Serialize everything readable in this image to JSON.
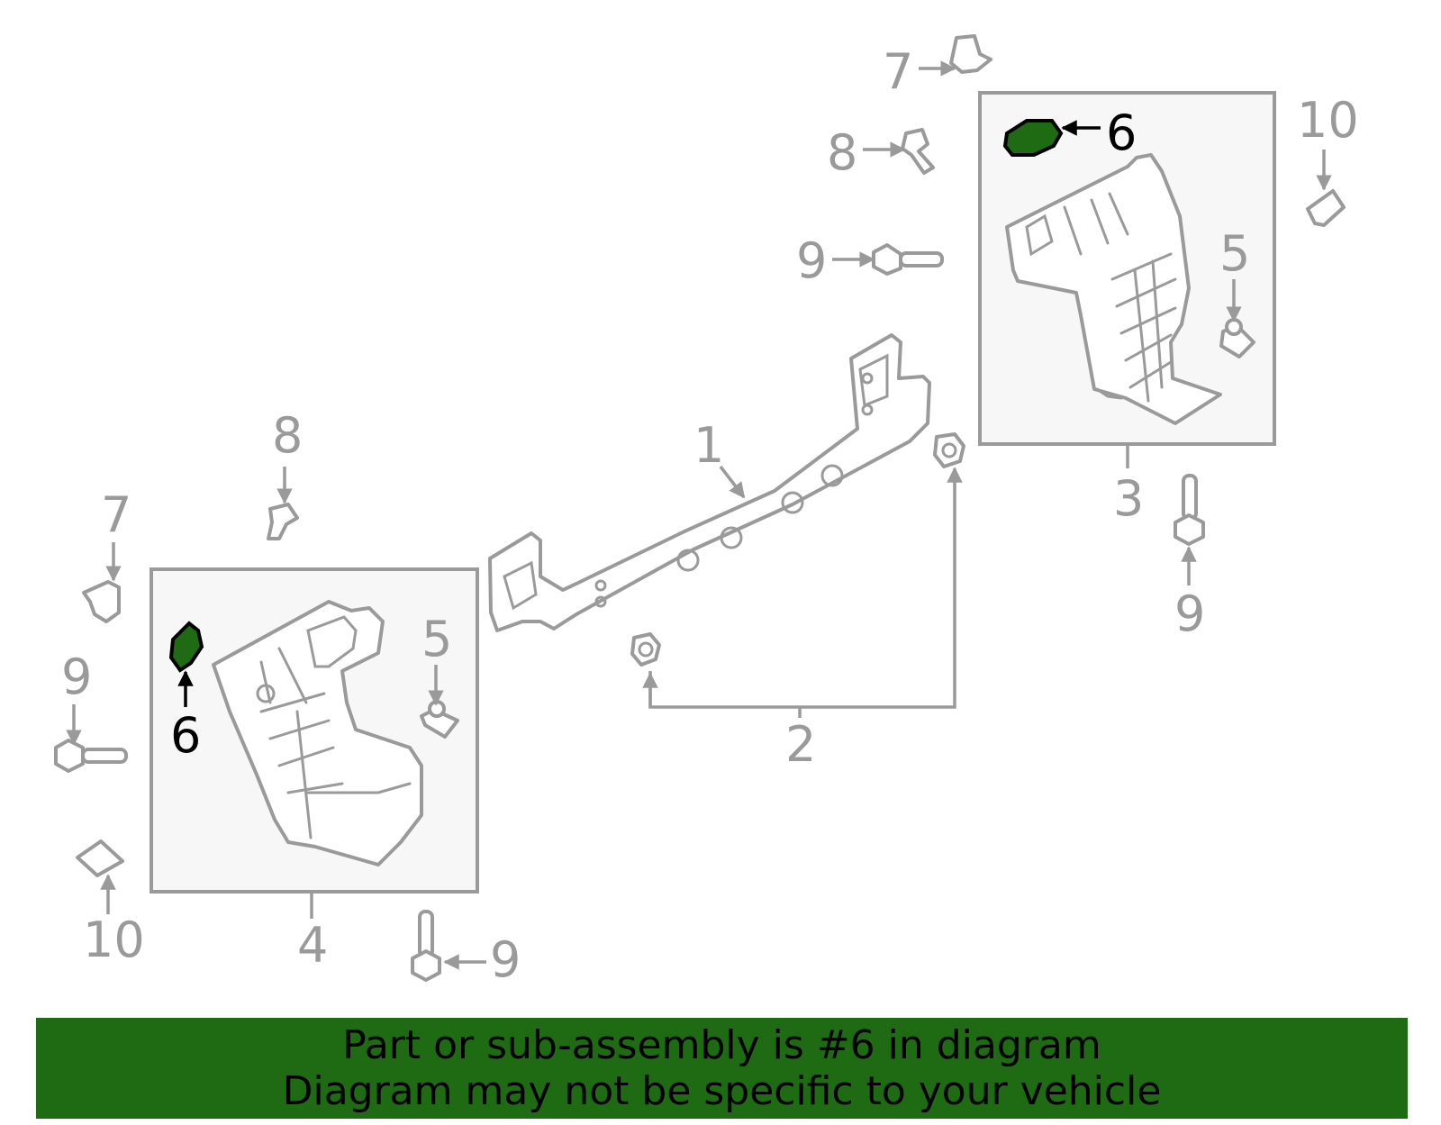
{
  "callouts": {
    "c1": "1",
    "c2": "2",
    "c3": "3",
    "c4": "4",
    "c5_right": "5",
    "c5_left": "5",
    "c6_right": "6",
    "c6_left": "6",
    "c7_top": "7",
    "c7_left": "7",
    "c8_top": "8",
    "c8_left": "8",
    "c9_top": "9",
    "c9_left": "9",
    "c9_right_bottom": "9",
    "c9_left_bottom": "9",
    "c10_right": "10",
    "c10_left": "10"
  },
  "highlight_part": "6",
  "colors": {
    "highlight": "#1f6b13",
    "line": "#9a9a9a",
    "box_fill": "#f7f7f7"
  },
  "banner": {
    "line1": "Part or sub-assembly is #6 in diagram",
    "line2": "Diagram may not be specific to your vehicle"
  }
}
